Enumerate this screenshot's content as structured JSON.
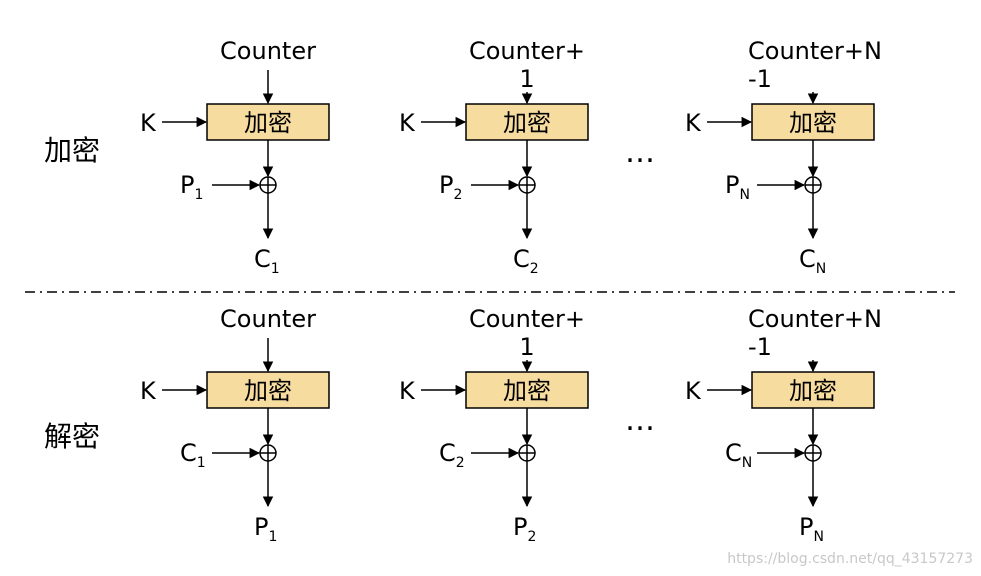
{
  "sections": [
    {
      "mode_label": "加密",
      "stages": [
        {
          "counter_line1": "Counter",
          "counter_line2": "",
          "key": "K",
          "box": "加密",
          "in_main": "P",
          "in_sub": "1",
          "out_main": "C",
          "out_sub": "1"
        },
        {
          "counter_line1": "Counter+",
          "counter_line2": "1",
          "key": "K",
          "box": "加密",
          "in_main": "P",
          "in_sub": "2",
          "out_main": "C",
          "out_sub": "2"
        },
        {
          "counter_line1": "Counter+N",
          "counter_line2": "-1",
          "key": "K",
          "box": "加密",
          "in_main": "P",
          "in_sub": "N",
          "out_main": "C",
          "out_sub": "N"
        }
      ],
      "ellipsis": "…"
    },
    {
      "mode_label": "解密",
      "stages": [
        {
          "counter_line1": "Counter",
          "counter_line2": "",
          "key": "K",
          "box": "加密",
          "in_main": "C",
          "in_sub": "1",
          "out_main": "P",
          "out_sub": "1"
        },
        {
          "counter_line1": "Counter+",
          "counter_line2": "1",
          "key": "K",
          "box": "加密",
          "in_main": "C",
          "in_sub": "2",
          "out_main": "P",
          "out_sub": "2"
        },
        {
          "counter_line1": "Counter+N",
          "counter_line2": "-1",
          "key": "K",
          "box": "加密",
          "in_main": "C",
          "in_sub": "N",
          "out_main": "P",
          "out_sub": "N"
        }
      ],
      "ellipsis": "…"
    }
  ],
  "watermark": "https://blog.csdn.net/qq_43157273",
  "colors": {
    "box_fill": "#f7dca0",
    "stroke": "#000000"
  }
}
